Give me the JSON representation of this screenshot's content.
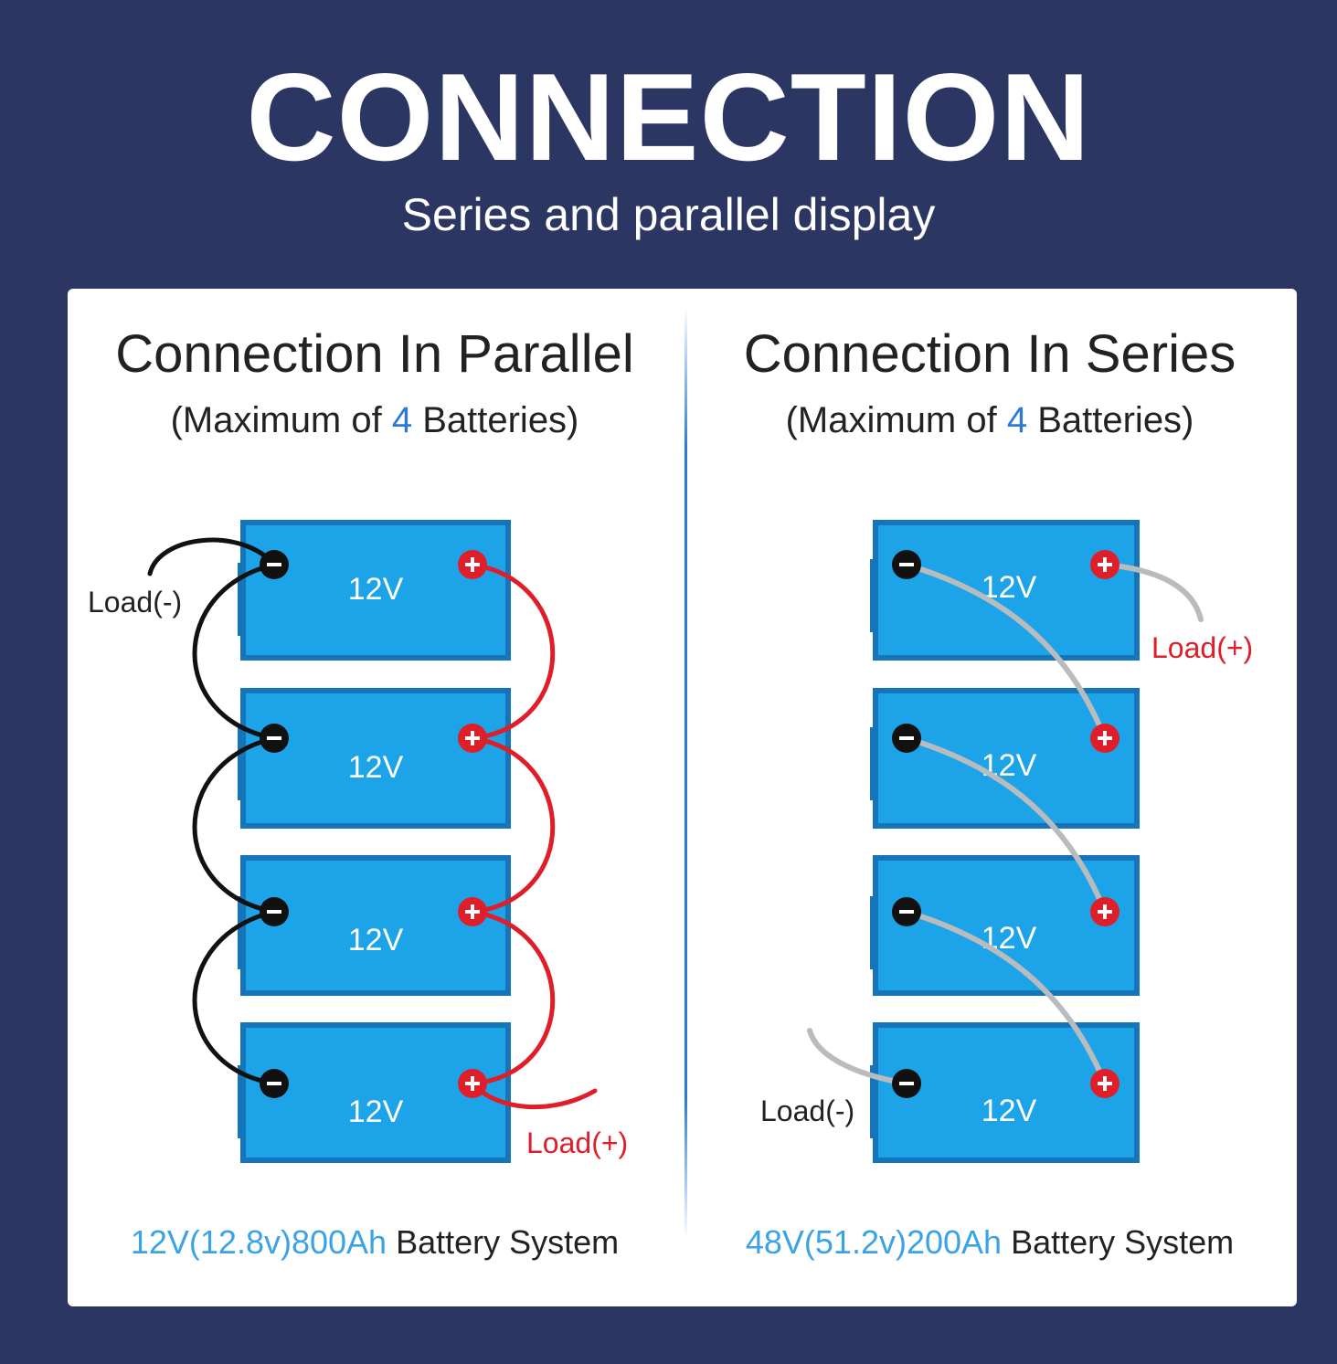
{
  "header": {
    "title": "CONNECTION",
    "subtitle": "Series and parallel display"
  },
  "parallel": {
    "title": "Connection In Parallel",
    "note_prefix": "(Maximum of ",
    "note_count": "4",
    "note_suffix": " Batteries)",
    "battery_label": "12V",
    "load_negative": "Load(-)",
    "load_positive": "Load(+)",
    "system_spec": "12V(12.8v)800Ah",
    "system_suffix": " Battery System"
  },
  "series": {
    "title": "Connection In Series",
    "note_prefix": "(Maximum of ",
    "note_count": "4",
    "note_suffix": " Batteries)",
    "battery_label": "12V",
    "load_negative": "Load(-)",
    "load_positive": "Load(+)",
    "system_spec": "48V(51.2v)200Ah",
    "system_suffix": " Battery System"
  },
  "colors": {
    "background": "#2c3662",
    "battery_fill": "#1ca3e8",
    "battery_edge": "#1675b8",
    "positive_terminal": "#e01e2a",
    "negative_terminal": "#111111",
    "parallel_negative_wire": "#111111",
    "parallel_positive_wire": "#e01e2a",
    "series_wire": "#b9bcbf",
    "accent": "#2b7bd6",
    "spec_text": "#3aa3e6"
  }
}
